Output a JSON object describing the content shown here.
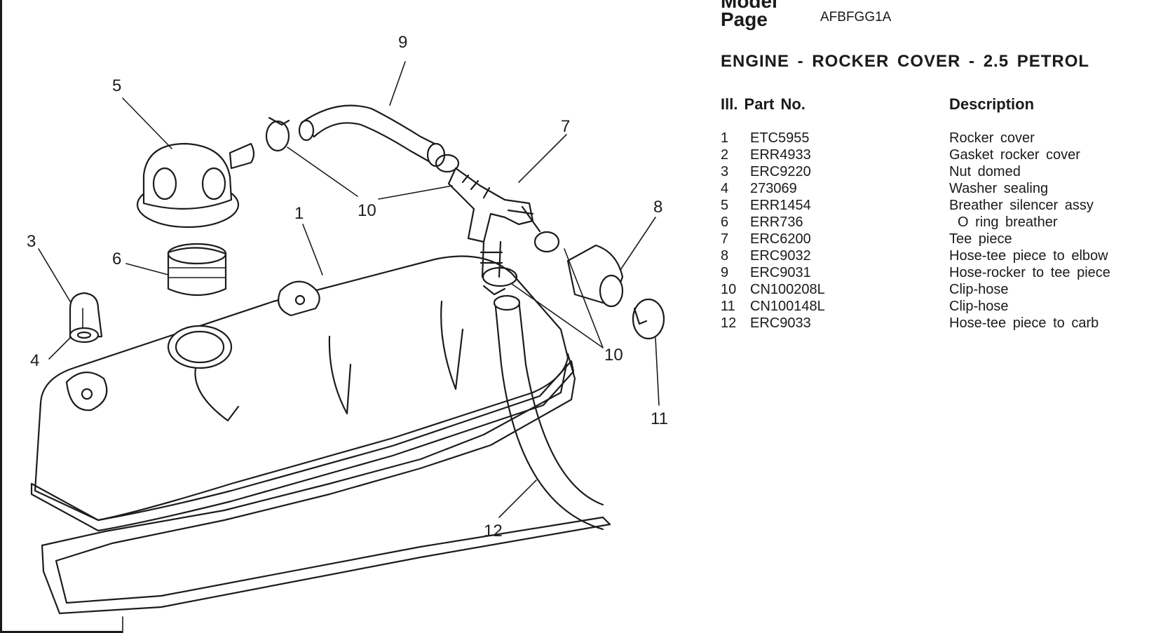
{
  "header": {
    "model_cut": "Model",
    "page_label": "Page",
    "page_code": "AFBFGG1A"
  },
  "section_title": "ENGINE - ROCKER COVER - 2.5 PETROL",
  "columns": {
    "ill": "Ill. Part No.",
    "description": "Description"
  },
  "parts": [
    {
      "ill": "1",
      "part_no": "ETC5955",
      "description": "Rocker cover"
    },
    {
      "ill": "2",
      "part_no": "ERR4933",
      "description": "Gasket rocker cover"
    },
    {
      "ill": "3",
      "part_no": "ERC9220",
      "description": "Nut domed"
    },
    {
      "ill": "4",
      "part_no": "273069",
      "description": "Washer sealing"
    },
    {
      "ill": "5",
      "part_no": "ERR1454",
      "description": "Breather silencer assy"
    },
    {
      "ill": "6",
      "part_no": "ERR736",
      "description": "O ring breather"
    },
    {
      "ill": "7",
      "part_no": "ERC6200",
      "description": "Tee piece"
    },
    {
      "ill": "8",
      "part_no": "ERC9032",
      "description": "Hose-tee piece to elbow"
    },
    {
      "ill": "9",
      "part_no": "ERC9031",
      "description": "Hose-rocker to tee piece"
    },
    {
      "ill": "10",
      "part_no": "CN100208L",
      "description": "Clip-hose"
    },
    {
      "ill": "11",
      "part_no": "CN100148L",
      "description": "Clip-hose"
    },
    {
      "ill": "12",
      "part_no": "ERC9033",
      "description": "Hose-tee piece to carb"
    }
  ],
  "callouts": {
    "c1": "1",
    "c3": "3",
    "c4": "4",
    "c5": "5",
    "c6": "6",
    "c7": "7",
    "c8": "8",
    "c9": "9",
    "c10a": "10",
    "c10b": "10",
    "c11": "11",
    "c12": "12"
  }
}
